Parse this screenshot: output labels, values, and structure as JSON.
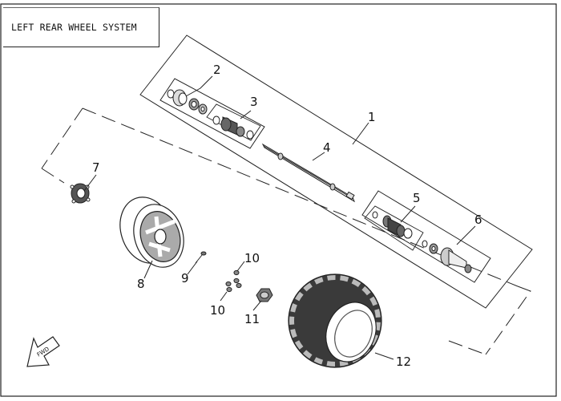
{
  "title": "LEFT REAR WHEEL SYSTEM",
  "fwd_label": "FWD",
  "callouts": {
    "c1": "1",
    "c2": "2",
    "c3": "3",
    "c4": "4",
    "c5": "5",
    "c6": "6",
    "c7": "7",
    "c8": "8",
    "c9": "9",
    "c10a": "10",
    "c10b": "10",
    "c11": "11",
    "c12": "12"
  }
}
